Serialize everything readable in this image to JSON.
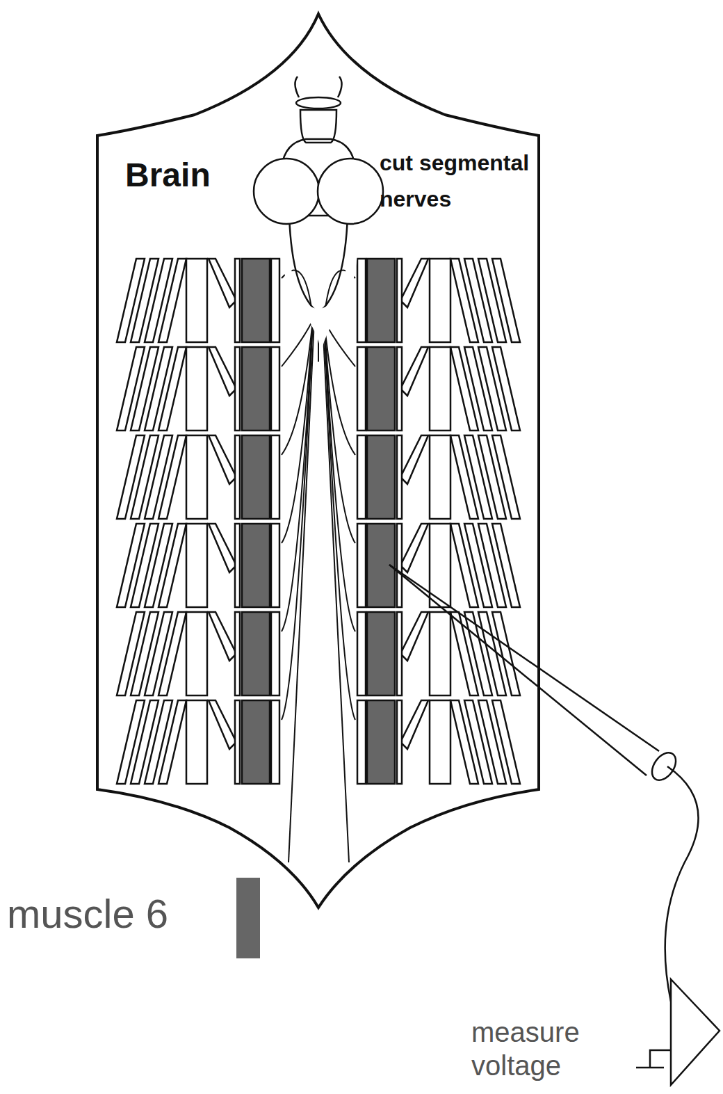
{
  "diagram": {
    "labels": [
      "Brain",
      "cut segmental nerves",
      "measure voltage"
    ],
    "legend": [
      {
        "text": "muscle 6",
        "color": "#666666"
      }
    ]
  }
}
